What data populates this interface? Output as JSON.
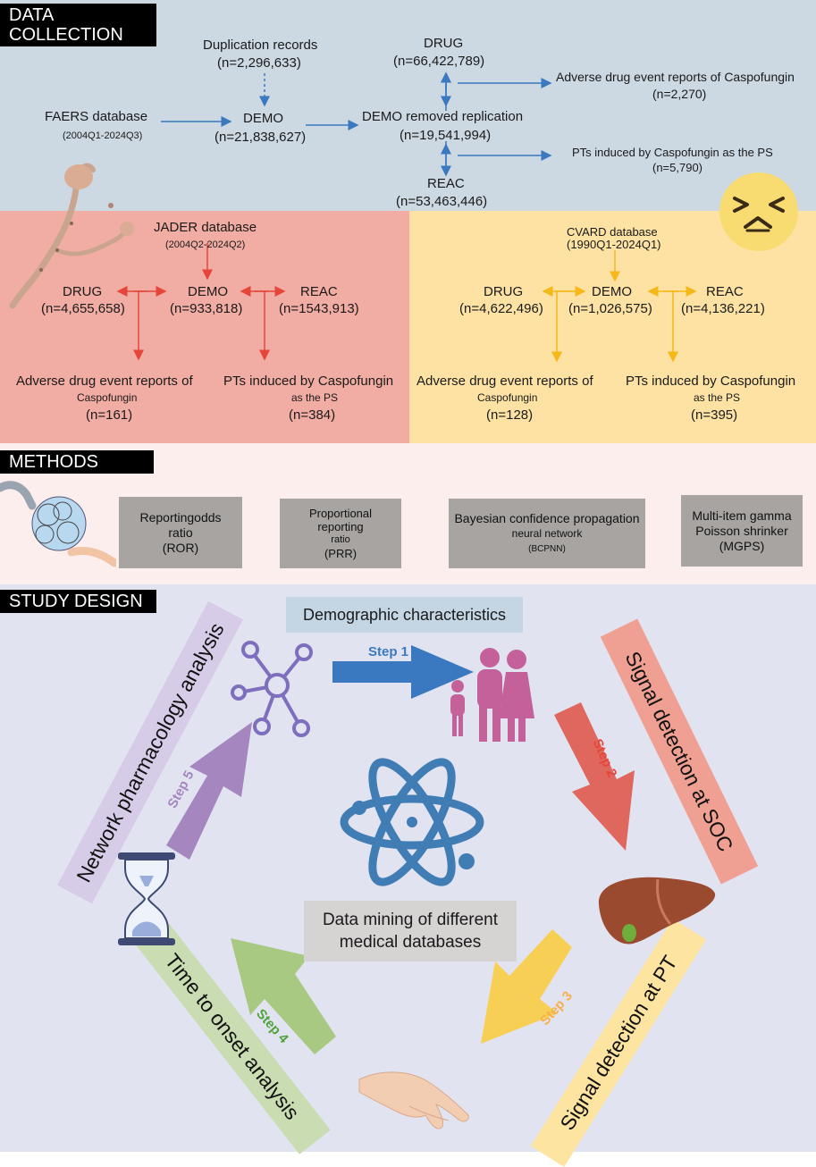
{
  "data_collection": {
    "header": "DATA\nCOLLECTION",
    "faers": {
      "source": "FAERS database",
      "period": "(2004Q1-2024Q3)",
      "duplication": "Duplication records",
      "duplication_n": "(n=2,296,633)",
      "demo": "DEMO",
      "demo_n": "(n=21,838,627)",
      "drug": "DRUG",
      "drug_n": "(n=66,422,789)",
      "demo_removed": "DEMO removed replication",
      "demo_removed_n": "(n=19,541,994)",
      "reac": "REAC",
      "reac_n": "(n=53,463,446)",
      "ade": "Adverse drug event reports of Caspofungin",
      "ade_n": "(n=2,270)",
      "pts": "PTs induced by Caspofungin as the PS",
      "pts_n": "(n=5,790)"
    },
    "jader": {
      "source": "JADER database",
      "period": "(2004Q2-2024Q2)",
      "drug": "DRUG",
      "drug_n": "(n=4,655,658)",
      "demo": "DEMO",
      "demo_n": "(n=933,818)",
      "reac": "REAC",
      "reac_n": "(n=1543,913)",
      "ade": "Adverse drug event reports of",
      "ade_sub": "Caspofungin",
      "ade_n": "(n=161)",
      "pts": "PTs induced by Caspofungin",
      "pts_sub": "as the PS",
      "pts_n": "(n=384)"
    },
    "cvard": {
      "source": "CVARD database",
      "period": "(1990Q1-2024Q1)",
      "drug": "DRUG",
      "drug_n": "(n=4,622,496)",
      "demo": "DEMO",
      "demo_n": "(n=1,026,575)",
      "reac": "REAC",
      "reac_n": "(n=4,136,221)",
      "ade": "Adverse drug event reports of",
      "ade_sub": "Caspofungin",
      "ade_n": "(n=128)",
      "pts": "PTs induced by Caspofungin",
      "pts_sub": "as the PS",
      "pts_n": "(n=395)"
    }
  },
  "methods": {
    "header": "METHODS",
    "items": [
      {
        "line1": "Reportingodds",
        "line2": "ratio",
        "line3": "(ROR)"
      },
      {
        "line1": "Proportional",
        "line2": "reporting",
        "line3": "ratio",
        "line4": "(PRR)"
      },
      {
        "line1": "Bayesian confidence propagation",
        "line2": "neural network",
        "line3": "(BCPNN)"
      },
      {
        "line1": "Multi-item gamma",
        "line2": "Poisson shrinker",
        "line3": "(MGPS)"
      }
    ]
  },
  "study_design": {
    "header": "STUDY DESIGN",
    "demographic": "Demographic characteristics",
    "signal_soc": "Signal detection at SOC",
    "signal_pt": "Signal detection at PT",
    "time_onset": "Time to onset analysis",
    "network": "Network pharmacology analysis",
    "center_line1": "Data mining of different",
    "center_line2": "medical databases",
    "steps": [
      "Step 1",
      "Step 2",
      "Step 3",
      "Step 4",
      "Step 5"
    ]
  },
  "colors": {
    "faers_bg": "#ccd9e3",
    "jader_bg": "#f1ada3",
    "cvard_bg": "#fde2a3",
    "methods_bg": "#fdeeee",
    "design_bg": "#e2e3f1",
    "blue_arrow": "#3a78bf",
    "red_arrow": "#e6453a",
    "yellow_arrow": "#f6b818",
    "step1": "#3a78bf",
    "step2": "#e0675d",
    "step3": "#f8cf55",
    "step4": "#a8c982",
    "step5": "#a686bf"
  }
}
